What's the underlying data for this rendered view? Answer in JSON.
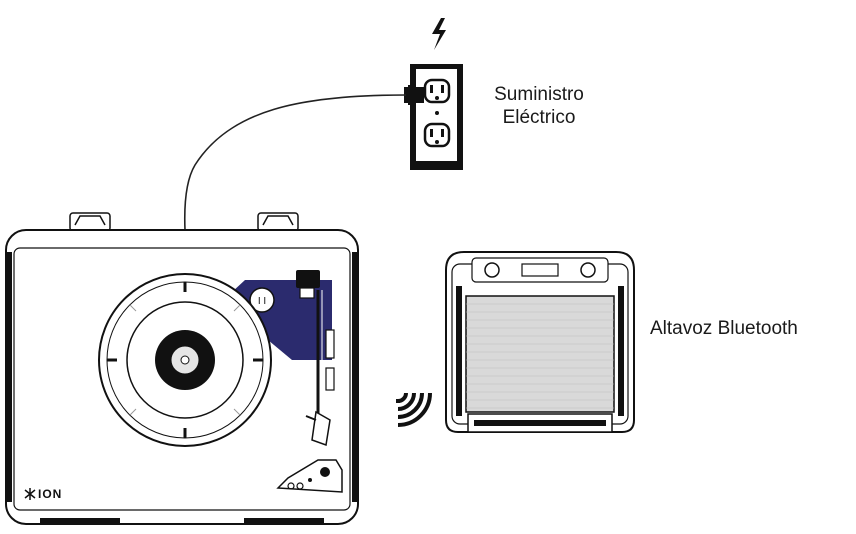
{
  "labels": {
    "power_line1": "Suministro",
    "power_line2": "Eléctrico",
    "speaker": "Altavoz Bluetooth"
  },
  "turntable": {
    "brand": "ION"
  },
  "icons": {
    "power": "lightning-bolt-icon",
    "outlet": "wall-outlet-icon",
    "wireless": "bluetooth-signal-waves-icon",
    "turntable": "turntable-icon",
    "speaker": "bluetooth-speaker-icon"
  },
  "colors": {
    "ink": "#111111",
    "tonearm_plate": "#2b2b6e",
    "grille": "#d9d9d9"
  }
}
